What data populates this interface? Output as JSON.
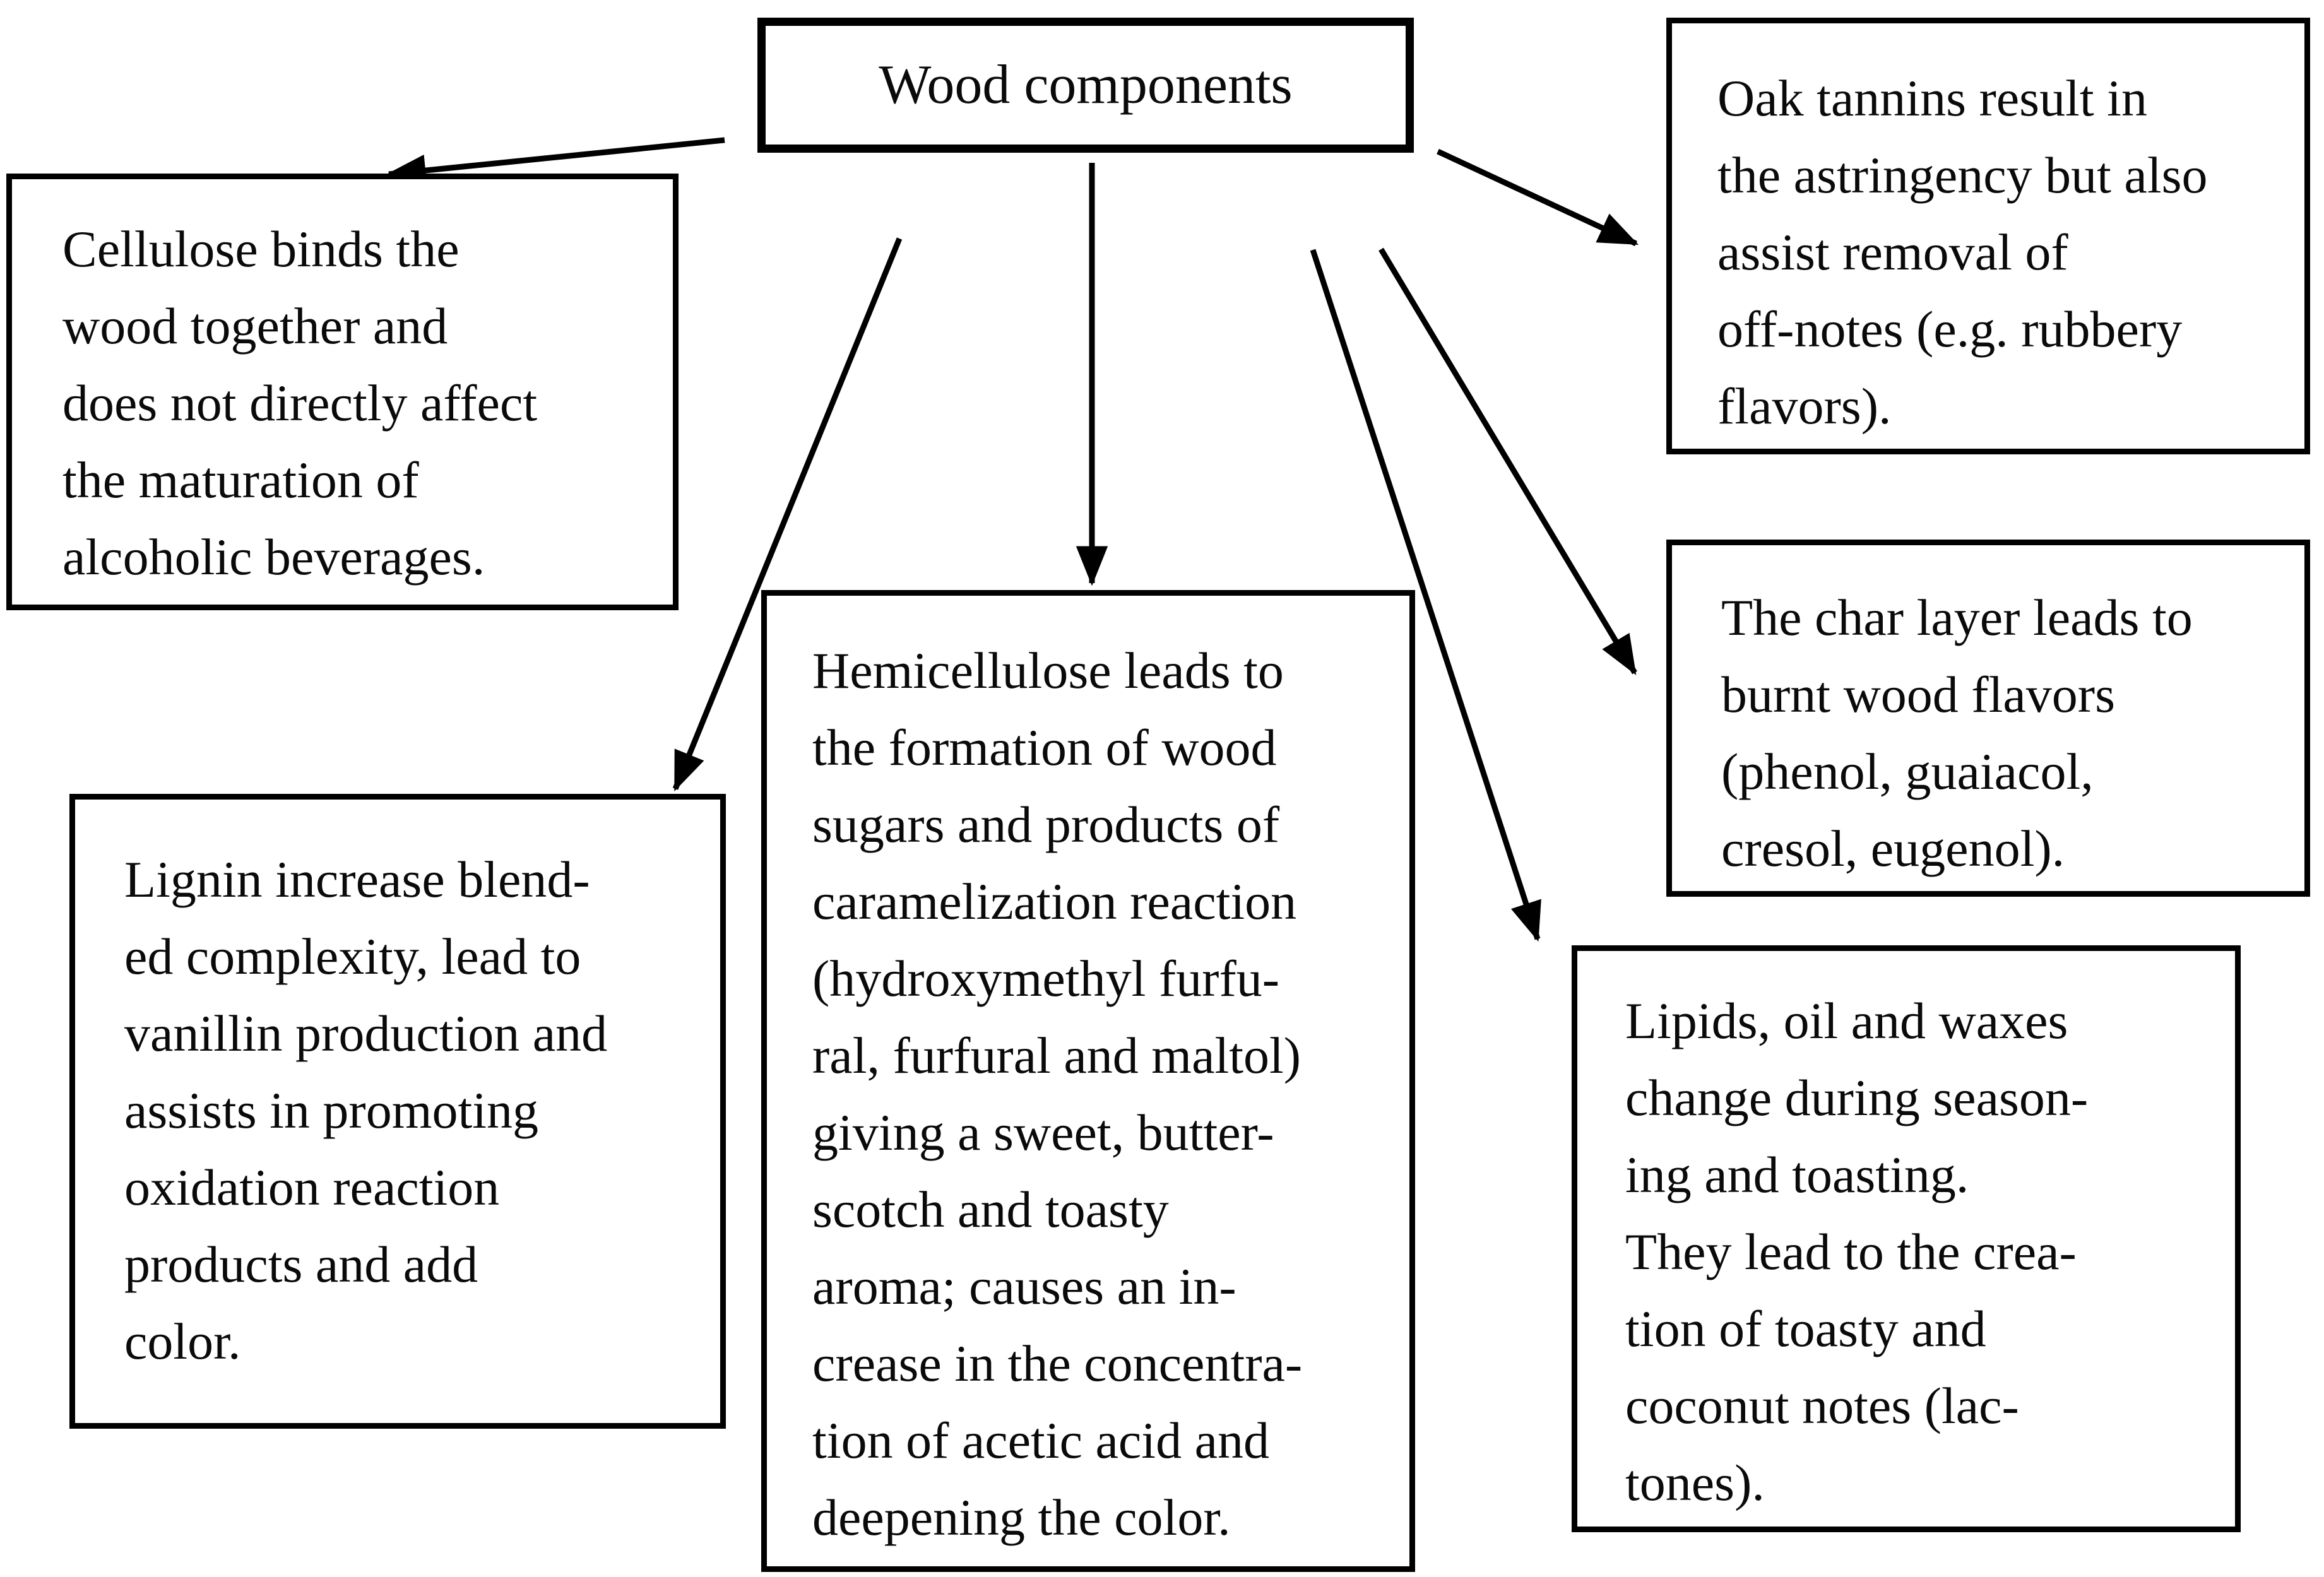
{
  "figure": {
    "background": "#ffffff",
    "box_border_color": "#000000",
    "text_color": "#000000",
    "arrow_color": "#000000"
  },
  "nodes": {
    "wood": {
      "label": "Wood components"
    },
    "cellulose": {
      "text": "Cellulose binds the\nwood together and\ndoes not directly affect\nthe maturation of\nalcoholic beverages."
    },
    "lignin": {
      "text": "Lignin increase blend-\ned complexity, lead to\nvanillin production and\nassists in promoting\noxidation reaction\nproducts and add\ncolor."
    },
    "hemicellulose": {
      "text": "Hemicellulose leads to\nthe formation of wood\nsugars and products of\ncaramelization reaction\n(hydroxymethyl furfu-\nral, furfural and maltol)\ngiving a sweet, butter-\nscotch and toasty\naroma; causes an in-\ncrease in the concentra-\ntion of acetic acid and\ndeepening the color."
    },
    "oak_tannins": {
      "text": "Oak tannins result in\nthe astringency but also\nassist removal of\noff-notes (e.g. rubbery\nflavors)."
    },
    "char_layer": {
      "text": "The char layer leads to\nburnt wood flavors\n(phenol, guaiacol,\ncresol, eugenol)."
    },
    "lipids": {
      "text": "Lipids, oil and waxes\nchange during season-\ning and toasting.\nThey lead to the crea-\ntion of toasty and\ncoconut notes (lac-\ntones)."
    }
  },
  "edges": [
    {
      "from": "wood",
      "to": "cellulose"
    },
    {
      "from": "wood",
      "to": "lignin"
    },
    {
      "from": "wood",
      "to": "hemicellulose"
    },
    {
      "from": "wood",
      "to": "oak_tannins"
    },
    {
      "from": "wood",
      "to": "char_layer"
    },
    {
      "from": "wood",
      "to": "lipids"
    }
  ]
}
